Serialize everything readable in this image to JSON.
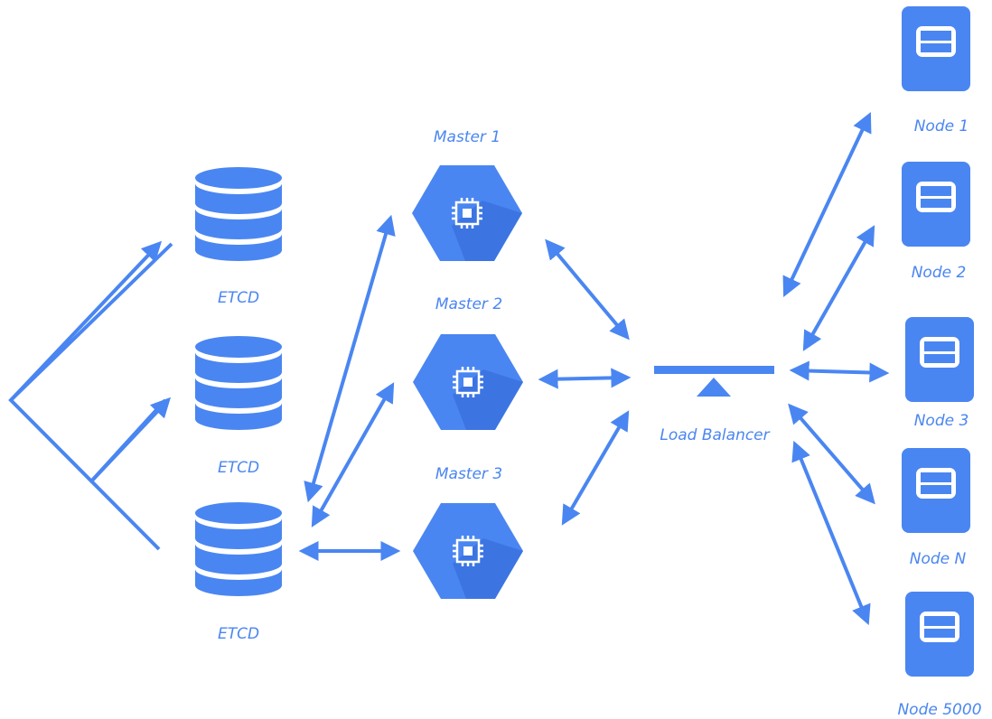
{
  "colors": {
    "primary": "#4a86f1",
    "shadow": "#3267d6",
    "background": "#ffffff"
  },
  "etcd": [
    {
      "label": "ETCD",
      "icon": "database-icon"
    },
    {
      "label": "ETCD",
      "icon": "database-icon"
    },
    {
      "label": "ETCD",
      "icon": "database-icon"
    }
  ],
  "masters": [
    {
      "label": "Master 1",
      "icon": "cpu-chip-icon"
    },
    {
      "label": "Master 2",
      "icon": "cpu-chip-icon"
    },
    {
      "label": "Master 3",
      "icon": "cpu-chip-icon"
    }
  ],
  "load_balancer": {
    "label": "Load Balancer",
    "icon": "load-balancer-icon"
  },
  "nodes": [
    {
      "label": "Node 1",
      "icon": "server-icon"
    },
    {
      "label": "Node 2",
      "icon": "server-icon"
    },
    {
      "label": "Node 3",
      "icon": "server-icon"
    },
    {
      "label": "Node N",
      "icon": "server-icon"
    },
    {
      "label": "Node 5000",
      "icon": "server-icon"
    }
  ]
}
